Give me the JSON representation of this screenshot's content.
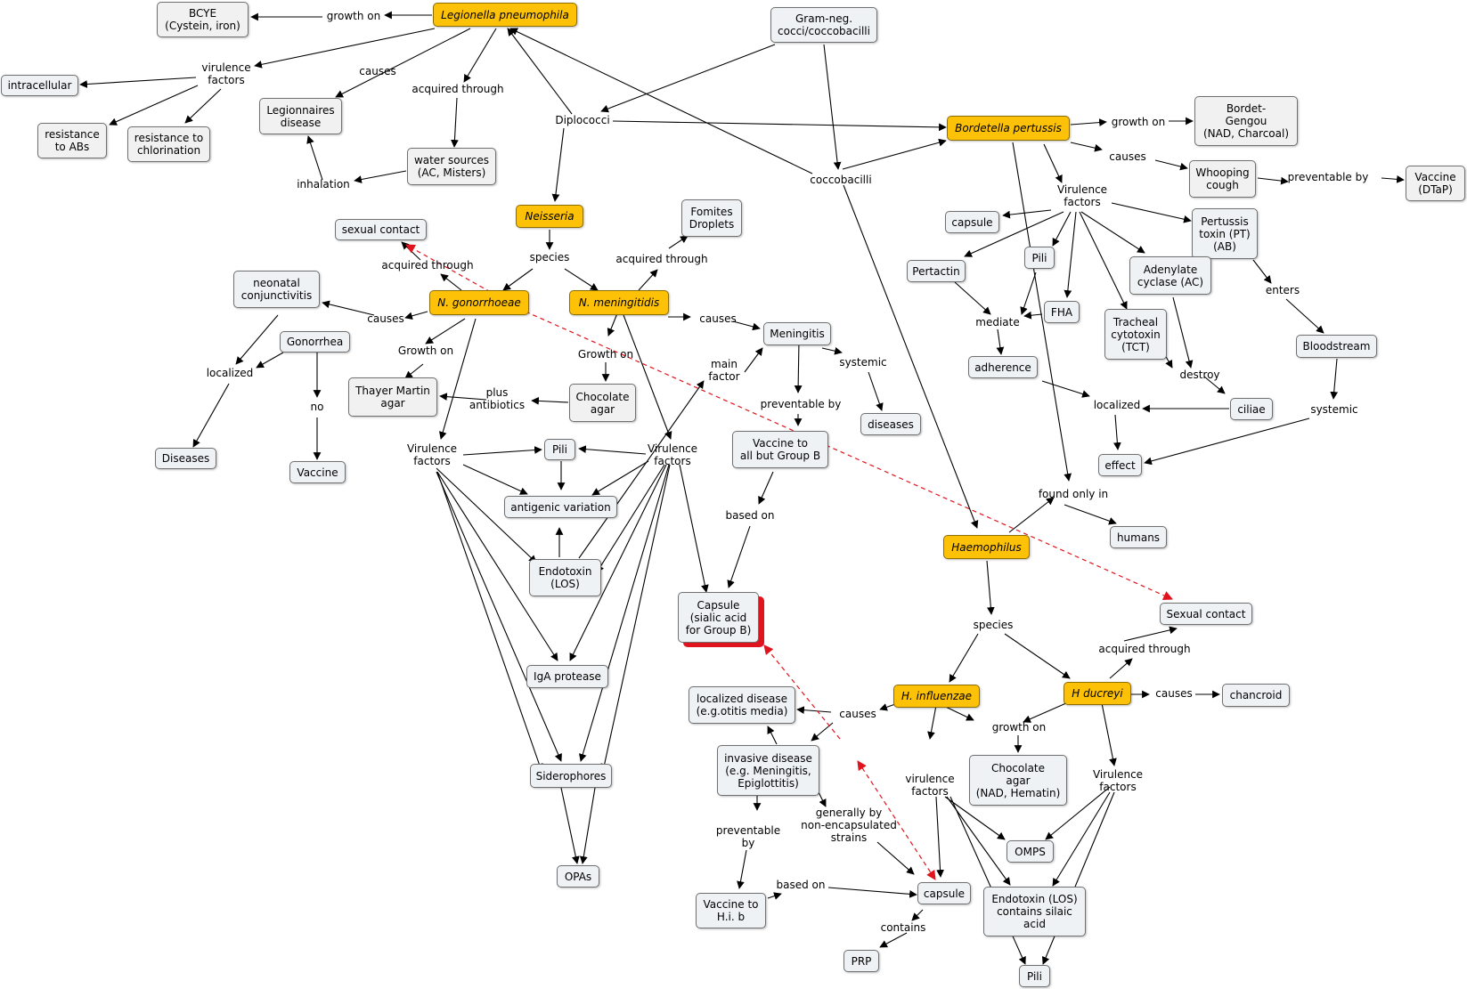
{
  "concepts": {
    "bcye": "BCYE\n(Cystein, iron)",
    "legionella": "Legionella pneumophila",
    "gramneg": "Gram-neg.\ncocci/coccobacilli",
    "intracellular": "intracellular",
    "resistance_abs": "resistance\nto ABs",
    "resistance_chlor": "resistance to\nchlorination",
    "legionnaires": "Legionnaires\ndisease",
    "water": "water sources\n(AC, Misters)",
    "bordetella": "Bordetella pertussis",
    "bordet_gengou": "Bordet-\nGengou\n(NAD, Charcoal)",
    "whooping": "Whooping\ncough",
    "vaccine_dtap": "Vaccine\n(DTaP)",
    "neisseria": "Neisseria",
    "fomites": "Fomites\nDroplets",
    "sexual_contact": "sexual contact",
    "neonatal": "neonatal\nconjunctivitis",
    "ngon": "N. gonorrhoeae",
    "nmen": "N. meningitidis",
    "gonorrhea": "Gonorrhea",
    "meningitis": "Meningitis",
    "thayer": "Thayer Martin\nagar",
    "choc_agar": "Chocolate\nagar",
    "diseases_left": "Diseases",
    "vaccine_left": "Vaccine",
    "pili_n": "Pili",
    "antigenic": "antigenic variation",
    "endotoxin_los": "Endotoxin\n(LOS)",
    "iga": "IgA protease",
    "siderophores": "Siderophores",
    "opas": "OPAs",
    "vaccine_groupb": "Vaccine to\nall but Group B",
    "diseases_mid": "diseases",
    "capsule_sialic": "Capsule\n(sialic acid\nfor Group B)",
    "capsule_b": "capsule",
    "pertactin": "Pertactin",
    "pili_b": "Pili",
    "fha": "FHA",
    "pertussis_toxin": "Pertussis\ntoxin (PT)\n(AB)",
    "adenylate": "Adenylate\ncyclase (AC)",
    "tct": "Tracheal\ncytotoxin\n(TCT)",
    "adherence": "adherence",
    "ciliae": "ciliae",
    "bloodstream": "Bloodstream",
    "effect": "effect",
    "humans": "humans",
    "haemophilus": "Haemophilus",
    "sexual_contact2": "Sexual contact",
    "hinfl": "H. influenzae",
    "hducreyi": "H ducreyi",
    "chancroid": "chancroid",
    "localized_disease": "localized disease\n(e.g.otitis media)",
    "invasive": "invasive disease\n(e.g. Meningitis,\nEpiglottitis)",
    "choc_agar_h": "Chocolate\nagar\n(NAD, Hematin)",
    "omps": "OMPS",
    "capsule_h": "capsule",
    "endotoxin_h": "Endotoxin (LOS)\ncontains silaic\nacid",
    "vaccine_hib": "Vaccine to\nH.i. b",
    "prp": "PRP",
    "pili_h": "Pili"
  },
  "links": {
    "growth_on_leg": "growth on",
    "virulence_leg": "virulence\nfactors",
    "causes_leg": "causes",
    "acquired_leg": "acquired through",
    "inhalation": "inhalation",
    "diplococci": "Diplococci",
    "coccobacilli": "coccobacilli",
    "growth_on_bp": "growth on",
    "causes_bp": "causes",
    "preventable_bp": "preventable by",
    "virulence_bp": "Virulence\nfactors",
    "enters": "enters",
    "mediate": "mediate",
    "destroy": "destroy",
    "localized_bp": "localized",
    "systemic_bp": "systemic",
    "found_only": "found only in",
    "species_n": "species",
    "acquired_nmen": "acquired through",
    "acquired_ngon": "acquired through",
    "causes_ngon": "causes",
    "growth_on_ngon": "Growth on",
    "growth_on_nmen": "Growth on",
    "causes_nmen": "causes",
    "localized_left": "localized",
    "no": "no",
    "plus_antibiotics": "plus\nantibiotics",
    "main_factor": "main\nfactor",
    "systemic_men": "systemic",
    "preventable_men": "preventable by",
    "virulence_ngon": "Virulence\nfactors",
    "virulence_nmen": "Virulence\nfactors",
    "based_on_cap": "based on",
    "species_h": "species",
    "acquired_hd": "acquired through",
    "causes_hd": "causes",
    "causes_hi": "causes",
    "growth_on_h": "growth on",
    "virulence_hi": "virulence\nfactors",
    "virulence_hd": "Virulence\nfactors",
    "generally_by": "generally by\nnon-encapsulated\nstrains",
    "preventable_hi": "preventable\nby",
    "based_on_hib": "based on",
    "contains": "contains"
  },
  "colors": {
    "highlight": "#fdc107",
    "node_fill": "#eef2f4",
    "line": "#000000",
    "cross_link": "#e0141e"
  }
}
